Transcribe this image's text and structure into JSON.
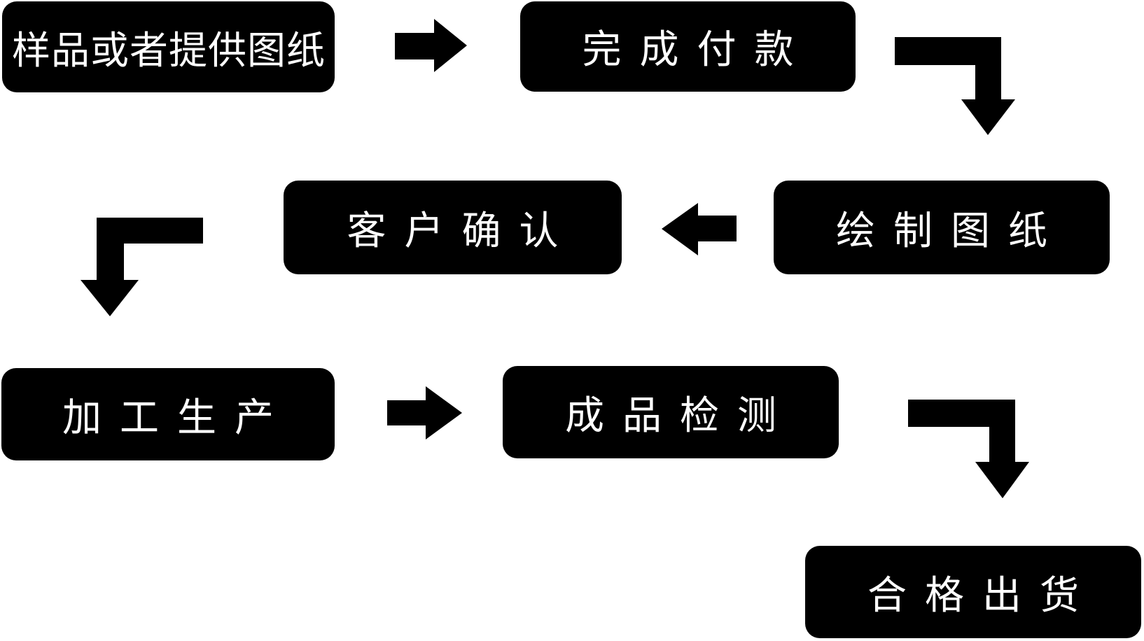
{
  "diagram": {
    "type": "flowchart",
    "background": "#ffffff",
    "colors": {
      "node_fill": "#000000",
      "node_text": "#ffffff",
      "arrow": "#000000"
    },
    "nodes": [
      {
        "id": "step-1",
        "label": "样品或者提供图纸"
      },
      {
        "id": "step-2",
        "label": "完成付款"
      },
      {
        "id": "step-3",
        "label": "绘制图纸"
      },
      {
        "id": "step-4",
        "label": "客户确认"
      },
      {
        "id": "step-5",
        "label": "加工生产"
      },
      {
        "id": "step-6",
        "label": "成品检测"
      },
      {
        "id": "step-7",
        "label": "合格出货"
      }
    ],
    "arrows": [
      {
        "from": "样品或者提供图纸",
        "to": "完成付款",
        "shape": "straight-right"
      },
      {
        "from": "完成付款",
        "to": "绘制图纸",
        "shape": "elbow-right-down"
      },
      {
        "from": "绘制图纸",
        "to": "客户确认",
        "shape": "straight-left"
      },
      {
        "from": "客户确认",
        "to": "加工生产",
        "shape": "elbow-left-down"
      },
      {
        "from": "加工生产",
        "to": "成品检测",
        "shape": "straight-right"
      },
      {
        "from": "成品检测",
        "to": "合格出货",
        "shape": "elbow-right-down"
      }
    ]
  }
}
